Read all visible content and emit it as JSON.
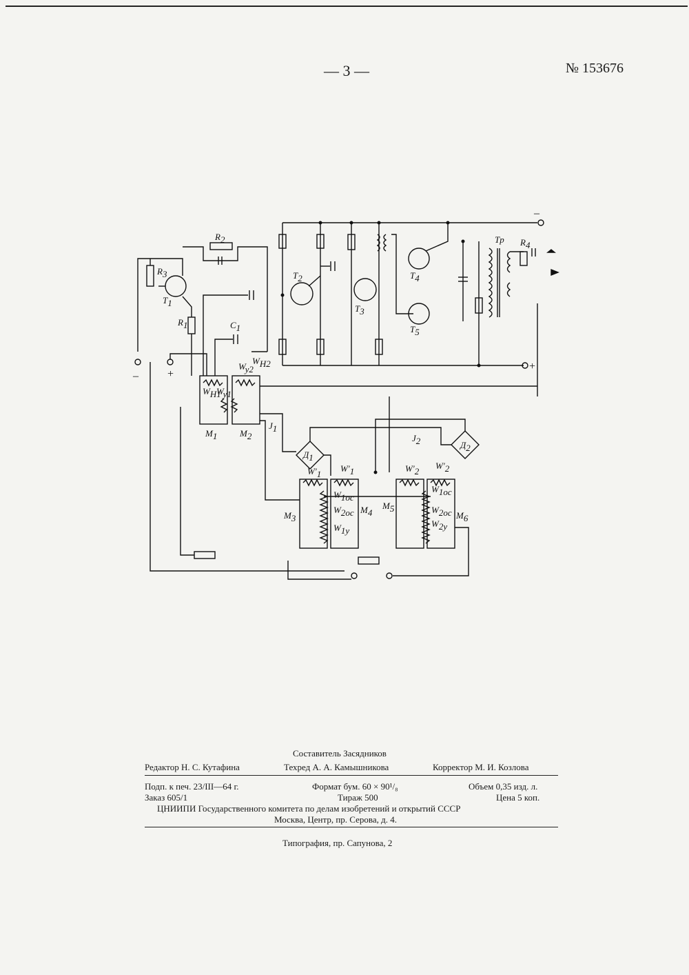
{
  "header": {
    "page_number": "— 3 —",
    "patent_number": "№ 153676"
  },
  "schematic_labels": {
    "r1": "R",
    "r1_sub": "1",
    "r2": "R",
    "r2_sub": "2",
    "r3": "R",
    "r3_sub": "3",
    "r4": "R",
    "r4_sub": "4",
    "t1": "T",
    "t1_sub": "1",
    "t2": "T",
    "t2_sub": "2",
    "t3": "T",
    "t3_sub": "3",
    "t4": "T",
    "t4_sub": "4",
    "t5": "T",
    "t5_sub": "5",
    "c1": "C",
    "c1_sub": "1",
    "tr": "Tр",
    "m1": "M",
    "m1_sub": "1",
    "m2": "M",
    "m2_sub": "2",
    "m3": "M",
    "m3_sub": "3",
    "m4": "M",
    "m4_sub": "4",
    "m5": "M",
    "m5_sub": "5",
    "m6": "M",
    "m6_sub": "6",
    "j1": "J",
    "j1_sub": "1",
    "j2": "J",
    "j2_sub": "2",
    "d1": "Д",
    "d1_sub": "1",
    "d2": "Д",
    "d2_sub": "2",
    "wn1": "W",
    "wn1_sub": "H1",
    "wn2": "W",
    "wn2_sub": "H2",
    "wy1": "W",
    "wy1_sub": "y1",
    "wy2": "W",
    "wy2_sub": "y2",
    "w1p": "W′",
    "w1p_sub": "1",
    "w1p2": "W′",
    "w1p2_sub": "1",
    "w2p": "W′",
    "w2p_sub": "2",
    "w2p2": "W′",
    "w2p2_sub": "2",
    "w10c": "W",
    "w10c_sub": "1ос",
    "w20c": "W",
    "w20c_sub": "2ос",
    "w1y": "W",
    "w1y_sub": "1у",
    "w10c2": "W",
    "w10c2_sub": "1ос",
    "w20c2": "W",
    "w20c2_sub": "2ос",
    "w2y": "W",
    "w2y_sub": "2у",
    "minus_left": "–",
    "plus_left": "+",
    "minus_top": "–",
    "plus_right": "+"
  },
  "imprint": {
    "compiler": "Составитель Засядников",
    "editor": "Редактор Н. С. Кутафина",
    "techred": "Техред А. А. Камышникова",
    "corrector": "Корректор М. И. Козлова",
    "signed": "Подп. к печ. 23/III—64 г.",
    "format": "Формат бум. 60 × 90¹/₈",
    "volume": "Объем 0,35 изд. л.",
    "order": "Заказ 605/1",
    "circulation": "Тираж 500",
    "price": "Цена 5 коп.",
    "institute": "ЦНИИПИ Государственного комитета по делам изобретений и открытий СССР",
    "address": "Москва, Центр, пр. Серова, д. 4.",
    "printshop": "Типография, пр. Сапунова, 2"
  }
}
